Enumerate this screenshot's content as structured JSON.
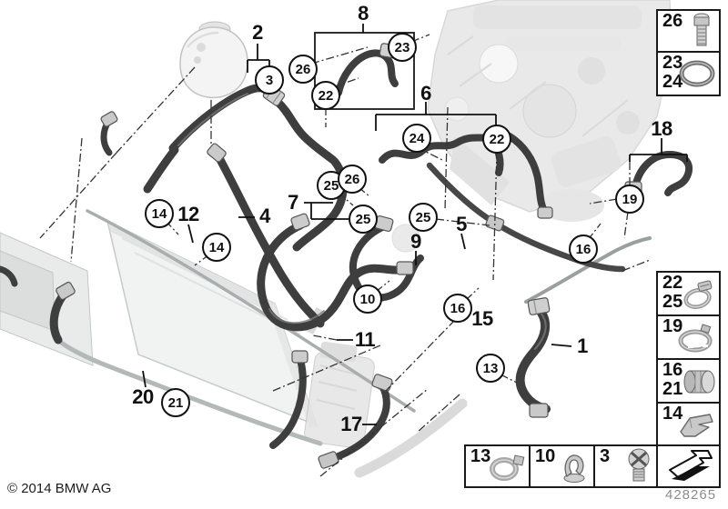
{
  "diagram": {
    "title": "BMW cooling system coolant hoses parts diagram",
    "copyright": "© 2014 BMW AG",
    "document_number": "428265",
    "colors": {
      "hose_dark": "#3e3e3e",
      "ghost_part": "#d8d8d8",
      "radiator_fill": "#f1f2f2",
      "line": "#222222",
      "legend_border": "#1a1a1a",
      "docnum_gray": "#8d8d8d"
    },
    "callouts": [
      {
        "label": "2",
        "circled": false
      },
      {
        "label": "8",
        "circled": false
      },
      {
        "label": "3",
        "circled": true
      },
      {
        "label": "26",
        "circled": true
      },
      {
        "label": "22",
        "circled": true
      },
      {
        "label": "23",
        "circled": true
      },
      {
        "label": "6",
        "circled": false
      },
      {
        "label": "24",
        "circled": true
      },
      {
        "label": "22",
        "circled": true
      },
      {
        "label": "18",
        "circled": false
      },
      {
        "label": "19",
        "circled": true
      },
      {
        "label": "25",
        "circled": true
      },
      {
        "label": "26",
        "circled": true
      },
      {
        "label": "7",
        "circled": false
      },
      {
        "label": "25",
        "circled": true
      },
      {
        "label": "25",
        "circled": true
      },
      {
        "label": "5",
        "circled": false
      },
      {
        "label": "4",
        "circled": false
      },
      {
        "label": "12",
        "circled": false
      },
      {
        "label": "14",
        "circled": true
      },
      {
        "label": "14",
        "circled": true
      },
      {
        "label": "9",
        "circled": false
      },
      {
        "label": "16",
        "circled": true
      },
      {
        "label": "10",
        "circled": true
      },
      {
        "label": "16",
        "circled": true
      },
      {
        "label": "15",
        "circled": false
      },
      {
        "label": "11",
        "circled": false
      },
      {
        "label": "1",
        "circled": false
      },
      {
        "label": "13",
        "circled": true
      },
      {
        "label": "17",
        "circled": false
      },
      {
        "label": "20",
        "circled": false
      },
      {
        "label": "21",
        "circled": true
      }
    ],
    "legend": {
      "boxes": [
        {
          "numbers": [
            "26"
          ],
          "icon": "bolt-icon"
        },
        {
          "numbers": [
            "23",
            "24"
          ],
          "icon": "o-ring-icon"
        },
        {
          "numbers": [
            "22",
            "25"
          ],
          "icon": "hose-clamp-icon"
        },
        {
          "numbers": [
            "19"
          ],
          "icon": "spring-band-clamp-icon"
        },
        {
          "numbers": [
            "16",
            "21"
          ],
          "icon": "coupling-sleeve-icon"
        },
        {
          "numbers": [
            "14"
          ],
          "icon": "retaining-clip-icon"
        },
        {
          "numbers": [],
          "icon": "direction-arrow-icon"
        },
        {
          "numbers": [
            "13"
          ],
          "icon": "clamp-ring-icon"
        },
        {
          "numbers": [
            "10"
          ],
          "icon": "holder-clip-icon"
        },
        {
          "numbers": [
            "3"
          ],
          "icon": "screw-plug-icon"
        }
      ]
    }
  }
}
